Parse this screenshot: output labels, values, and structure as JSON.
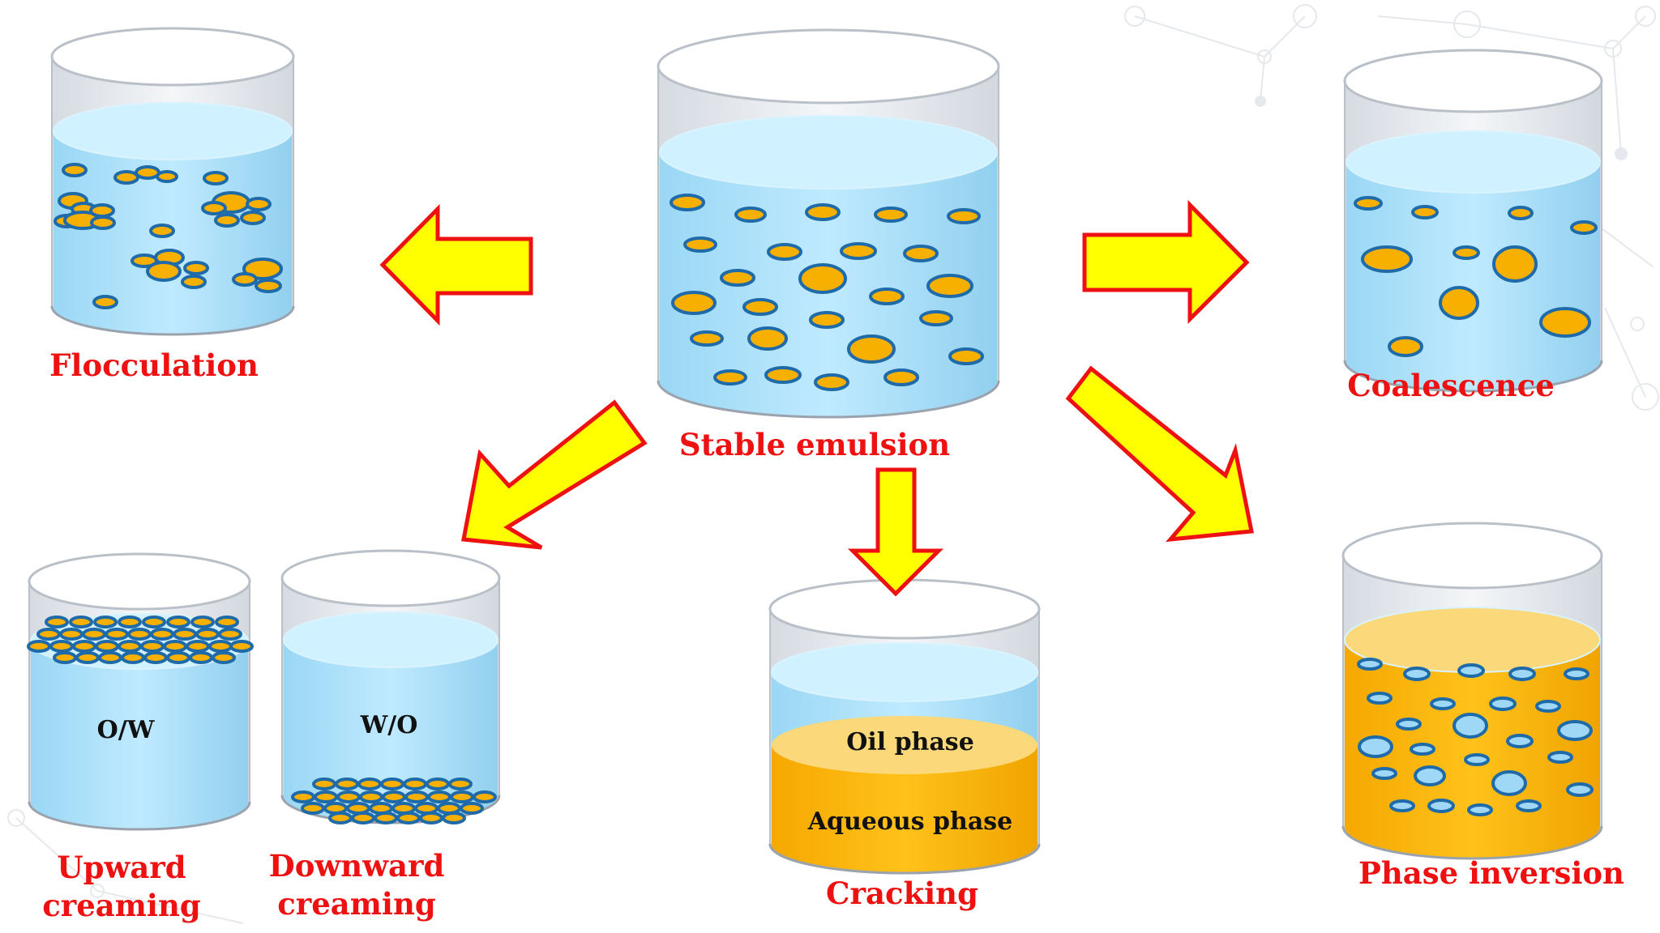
{
  "diagram": {
    "labels": {
      "stable": "Stable emulsion",
      "flocculation": "Flocculation",
      "coalescence": "Coalescence",
      "upward": [
        "Upward",
        "creaming"
      ],
      "downward": [
        "Downward",
        "creaming"
      ],
      "cracking": "Cracking",
      "phase_inversion": "Phase inversion",
      "ow": "O/W",
      "wo": "W/O",
      "oil_phase": "Oil phase",
      "aqueous_phase": "Aqueous phase"
    },
    "colors": {
      "water": "#a6e0f8",
      "oil": "#f8b000",
      "oil_light": "#fbd97a",
      "droplet_edge": "#1f6aa8",
      "arrow_fill": "#ffff00",
      "arrow_edge": "#ee1111",
      "label": "#ee1111",
      "glass": "#e6eaef"
    },
    "icons": [
      "arrow-left-icon",
      "arrow-right-icon",
      "arrow-down-left-icon",
      "arrow-down-icon",
      "arrow-down-right-icon"
    ]
  }
}
